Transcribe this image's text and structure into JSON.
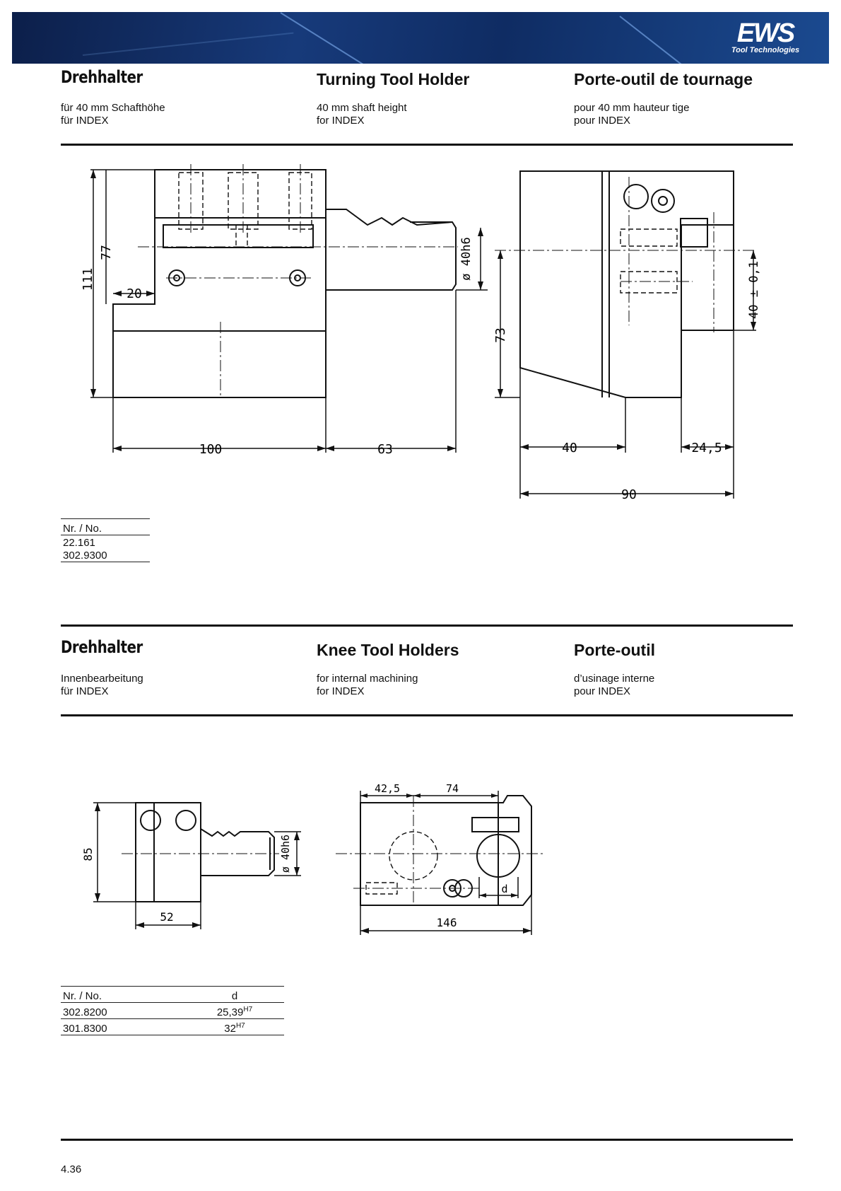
{
  "brand": {
    "logo_text": "EWS",
    "logo_sub": "Tool Technologies"
  },
  "section1": {
    "title_de": "Drehhalter",
    "title_en": "Turning Tool Holder",
    "title_fr": "Porte-outil de tournage",
    "sub_de": [
      "für 40 mm Schafthöhe",
      "für INDEX"
    ],
    "sub_en": [
      "40 mm shaft height",
      "for INDEX"
    ],
    "sub_fr": [
      "pour 40 mm hauteur tige",
      "pour INDEX"
    ],
    "dims": {
      "d111": "111",
      "d77": "77",
      "d20": "20",
      "d100": "100",
      "d63": "63",
      "dshaft": "ø 40h6",
      "d73": "73",
      "d40tol": "40 ± 0,1",
      "d40": "40",
      "d245": "24,5",
      "d90": "90"
    },
    "table": {
      "header": "Nr. / No.",
      "rows": [
        "22.161",
        "302.9300"
      ]
    }
  },
  "section2": {
    "title_de": "Drehhalter",
    "title_en": "Knee Tool Holders",
    "title_fr": "Porte-outil",
    "sub_de": [
      "Innenbearbeitung",
      "für INDEX"
    ],
    "sub_en": [
      "for internal machining",
      "for INDEX"
    ],
    "sub_fr": [
      "d’usinage interne",
      "pour INDEX"
    ],
    "dims": {
      "d85": "85",
      "dshaft": "ø 40h6",
      "d52": "52",
      "d425": "42,5",
      "d74": "74",
      "d146": "146",
      "dd": "d"
    },
    "table": {
      "header_no": "Nr. / No.",
      "header_d": "d",
      "rows": [
        {
          "no": "302.8200",
          "d": "25,39",
          "tol": "H7"
        },
        {
          "no": "301.8300",
          "d": "32",
          "tol": "H7"
        }
      ]
    }
  },
  "page_number": "4.36"
}
